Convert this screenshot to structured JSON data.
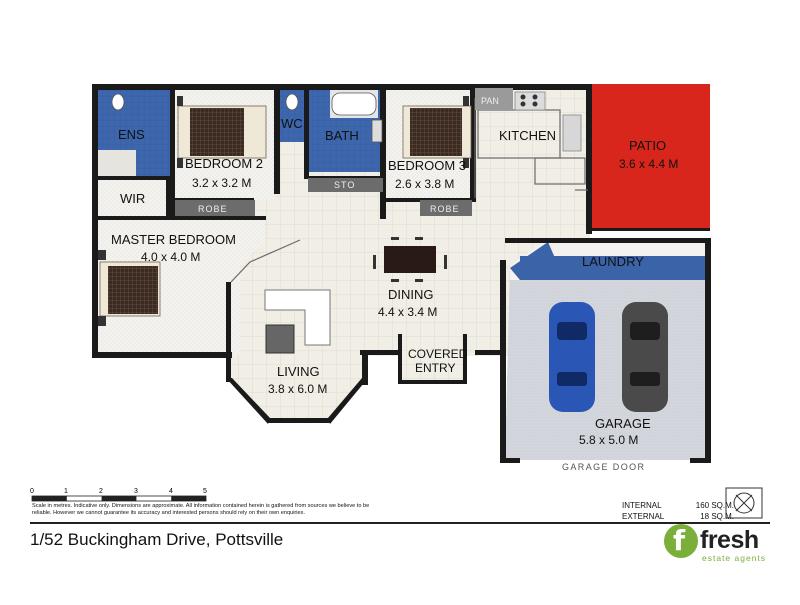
{
  "rooms": {
    "ens": {
      "name": "ENS"
    },
    "wc": {
      "name": "WC"
    },
    "bath": {
      "name": "BATH"
    },
    "kitchen": {
      "name": "KITCHEN"
    },
    "bed2": {
      "name": "BEDROOM 2",
      "dim": "3.2 x 3.2 M"
    },
    "bed3": {
      "name": "BEDROOM 3",
      "dim": "2.6 x 3.8 M"
    },
    "patio": {
      "name": "PATIO",
      "dim": "3.6 x 4.4 M"
    },
    "wir": {
      "name": "WIR"
    },
    "master": {
      "name": "MASTER BEDROOM",
      "dim": "4.0 x 4.0 M"
    },
    "laundry": {
      "name": "LAUNDRY"
    },
    "dining": {
      "name": "DINING",
      "dim": "4.4 x 3.4 M"
    },
    "entry": {
      "line1": "COVERED",
      "line2": "ENTRY"
    },
    "living": {
      "name": "LIVING",
      "dim": "3.8 x 6.0 M"
    },
    "garage": {
      "name": "GARAGE",
      "dim": "5.8 x 5.0 M"
    }
  },
  "fixtures": {
    "pan": "PAN",
    "sto": "STO",
    "robe2": "ROBE",
    "robe3": "ROBE",
    "garage_door": "GARAGE DOOR"
  },
  "colors": {
    "wall": "#1a1a1a",
    "floor": "#ece8de",
    "wet": "#3a63a8",
    "patio": "#d9261c",
    "garage": "#cfd2d8",
    "brand": "#7ab03a",
    "car_blue": "#2a57b5",
    "car_dark": "#4a4a4a"
  },
  "scale": {
    "ticks": [
      "0",
      "1",
      "2",
      "3",
      "4",
      "5"
    ],
    "disclaimer": "Scale in metres. Indicative only. Dimensions are approximate. All information contained herein is gathered from sources we believe to be reliable. However we cannot guarantee its accuracy and interested persons should rely on their own enquiries."
  },
  "area": {
    "internal_label": "INTERNAL",
    "internal_value": "160 SQ.M.",
    "external_label": "EXTERNAL",
    "external_value": "18 SQ.M."
  },
  "address": "1/52 Buckingham Drive, Pottsville",
  "brand": {
    "mark": "f",
    "word": "fresh",
    "tagline": "estate agents"
  }
}
